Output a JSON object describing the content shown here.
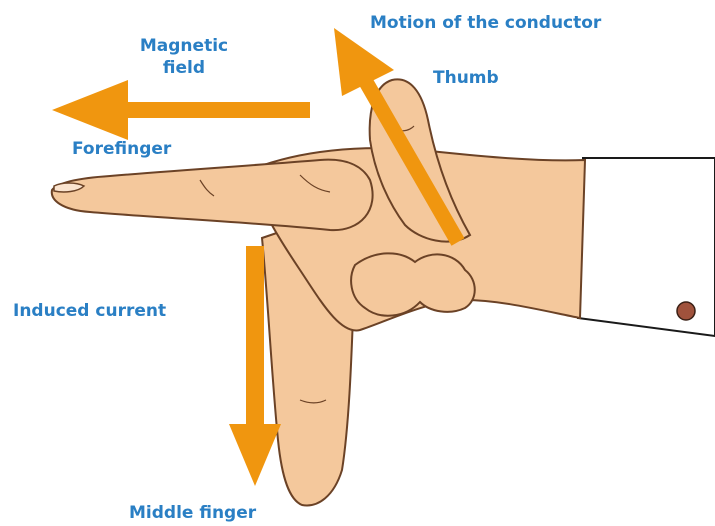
{
  "labels": {
    "motion": "Motion of the conductor",
    "thumb": "Thumb",
    "magnetic_line1": "Magnetic",
    "magnetic_line2": "field",
    "forefinger": "Forefinger",
    "induced_current": "Induced current",
    "middle_finger": "Middle finger"
  },
  "colors": {
    "arrow": "#f0960f",
    "label": "#2a7fc4",
    "skin": "#f4c89c",
    "skin_outline": "#6b4226",
    "sleeve": "#ffffff",
    "cufflink": "#a0523c"
  }
}
